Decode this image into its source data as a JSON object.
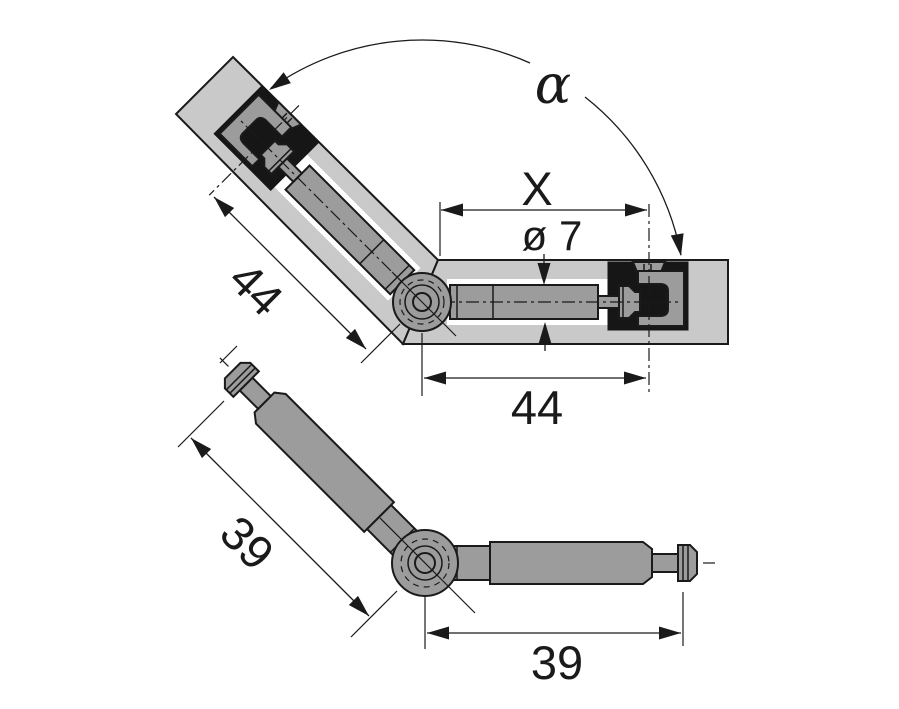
{
  "drawing": {
    "type": "technical dimension drawing",
    "subject": "45-degree cabinet connector bolt: installed in mitred panels (sectional view, top) and connector alone (bottom)",
    "views": {
      "section": {
        "angle_label": "α",
        "span_label": "X",
        "diameter_label": "ø 7",
        "panel_length_label": "44",
        "horizontal_length_label": "44"
      },
      "connector": {
        "angled_length_label": "39",
        "horizontal_length_label": "39"
      }
    },
    "colors": {
      "background": "#ffffff",
      "panel_fill": "#c9c9c9",
      "part_fill": "#9c9c9c",
      "housing_fill": "#161616",
      "line": "#1a1a1a"
    }
  }
}
